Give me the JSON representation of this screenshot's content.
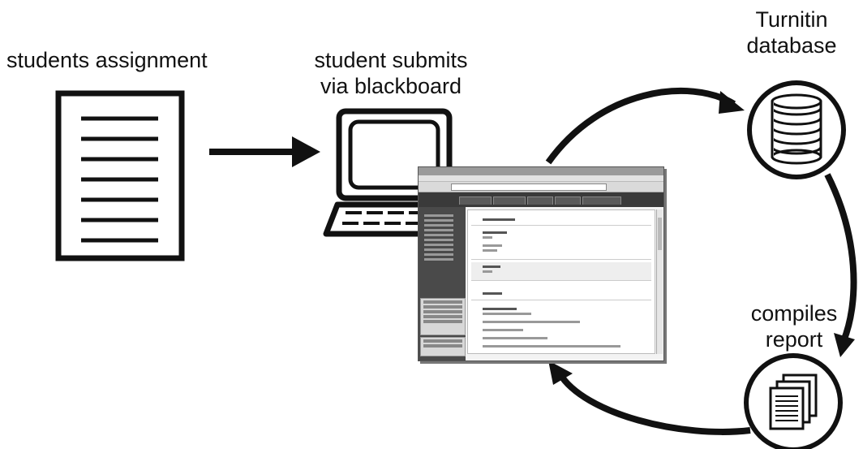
{
  "labels": {
    "assignment": "students assignment",
    "submit_line1": "student submits",
    "submit_line2": "via blackboard",
    "database_line1": "Turnitin",
    "database_line2": "database",
    "report_line1": "compiles",
    "report_line2": "report"
  },
  "icons": {
    "assignment": "document-icon",
    "computer": "computer-icon",
    "database": "database-icon",
    "report": "report-pages-icon",
    "screenshot": "blackboard-screenshot"
  },
  "colors": {
    "ink": "#111111",
    "background": "#ffffff"
  }
}
